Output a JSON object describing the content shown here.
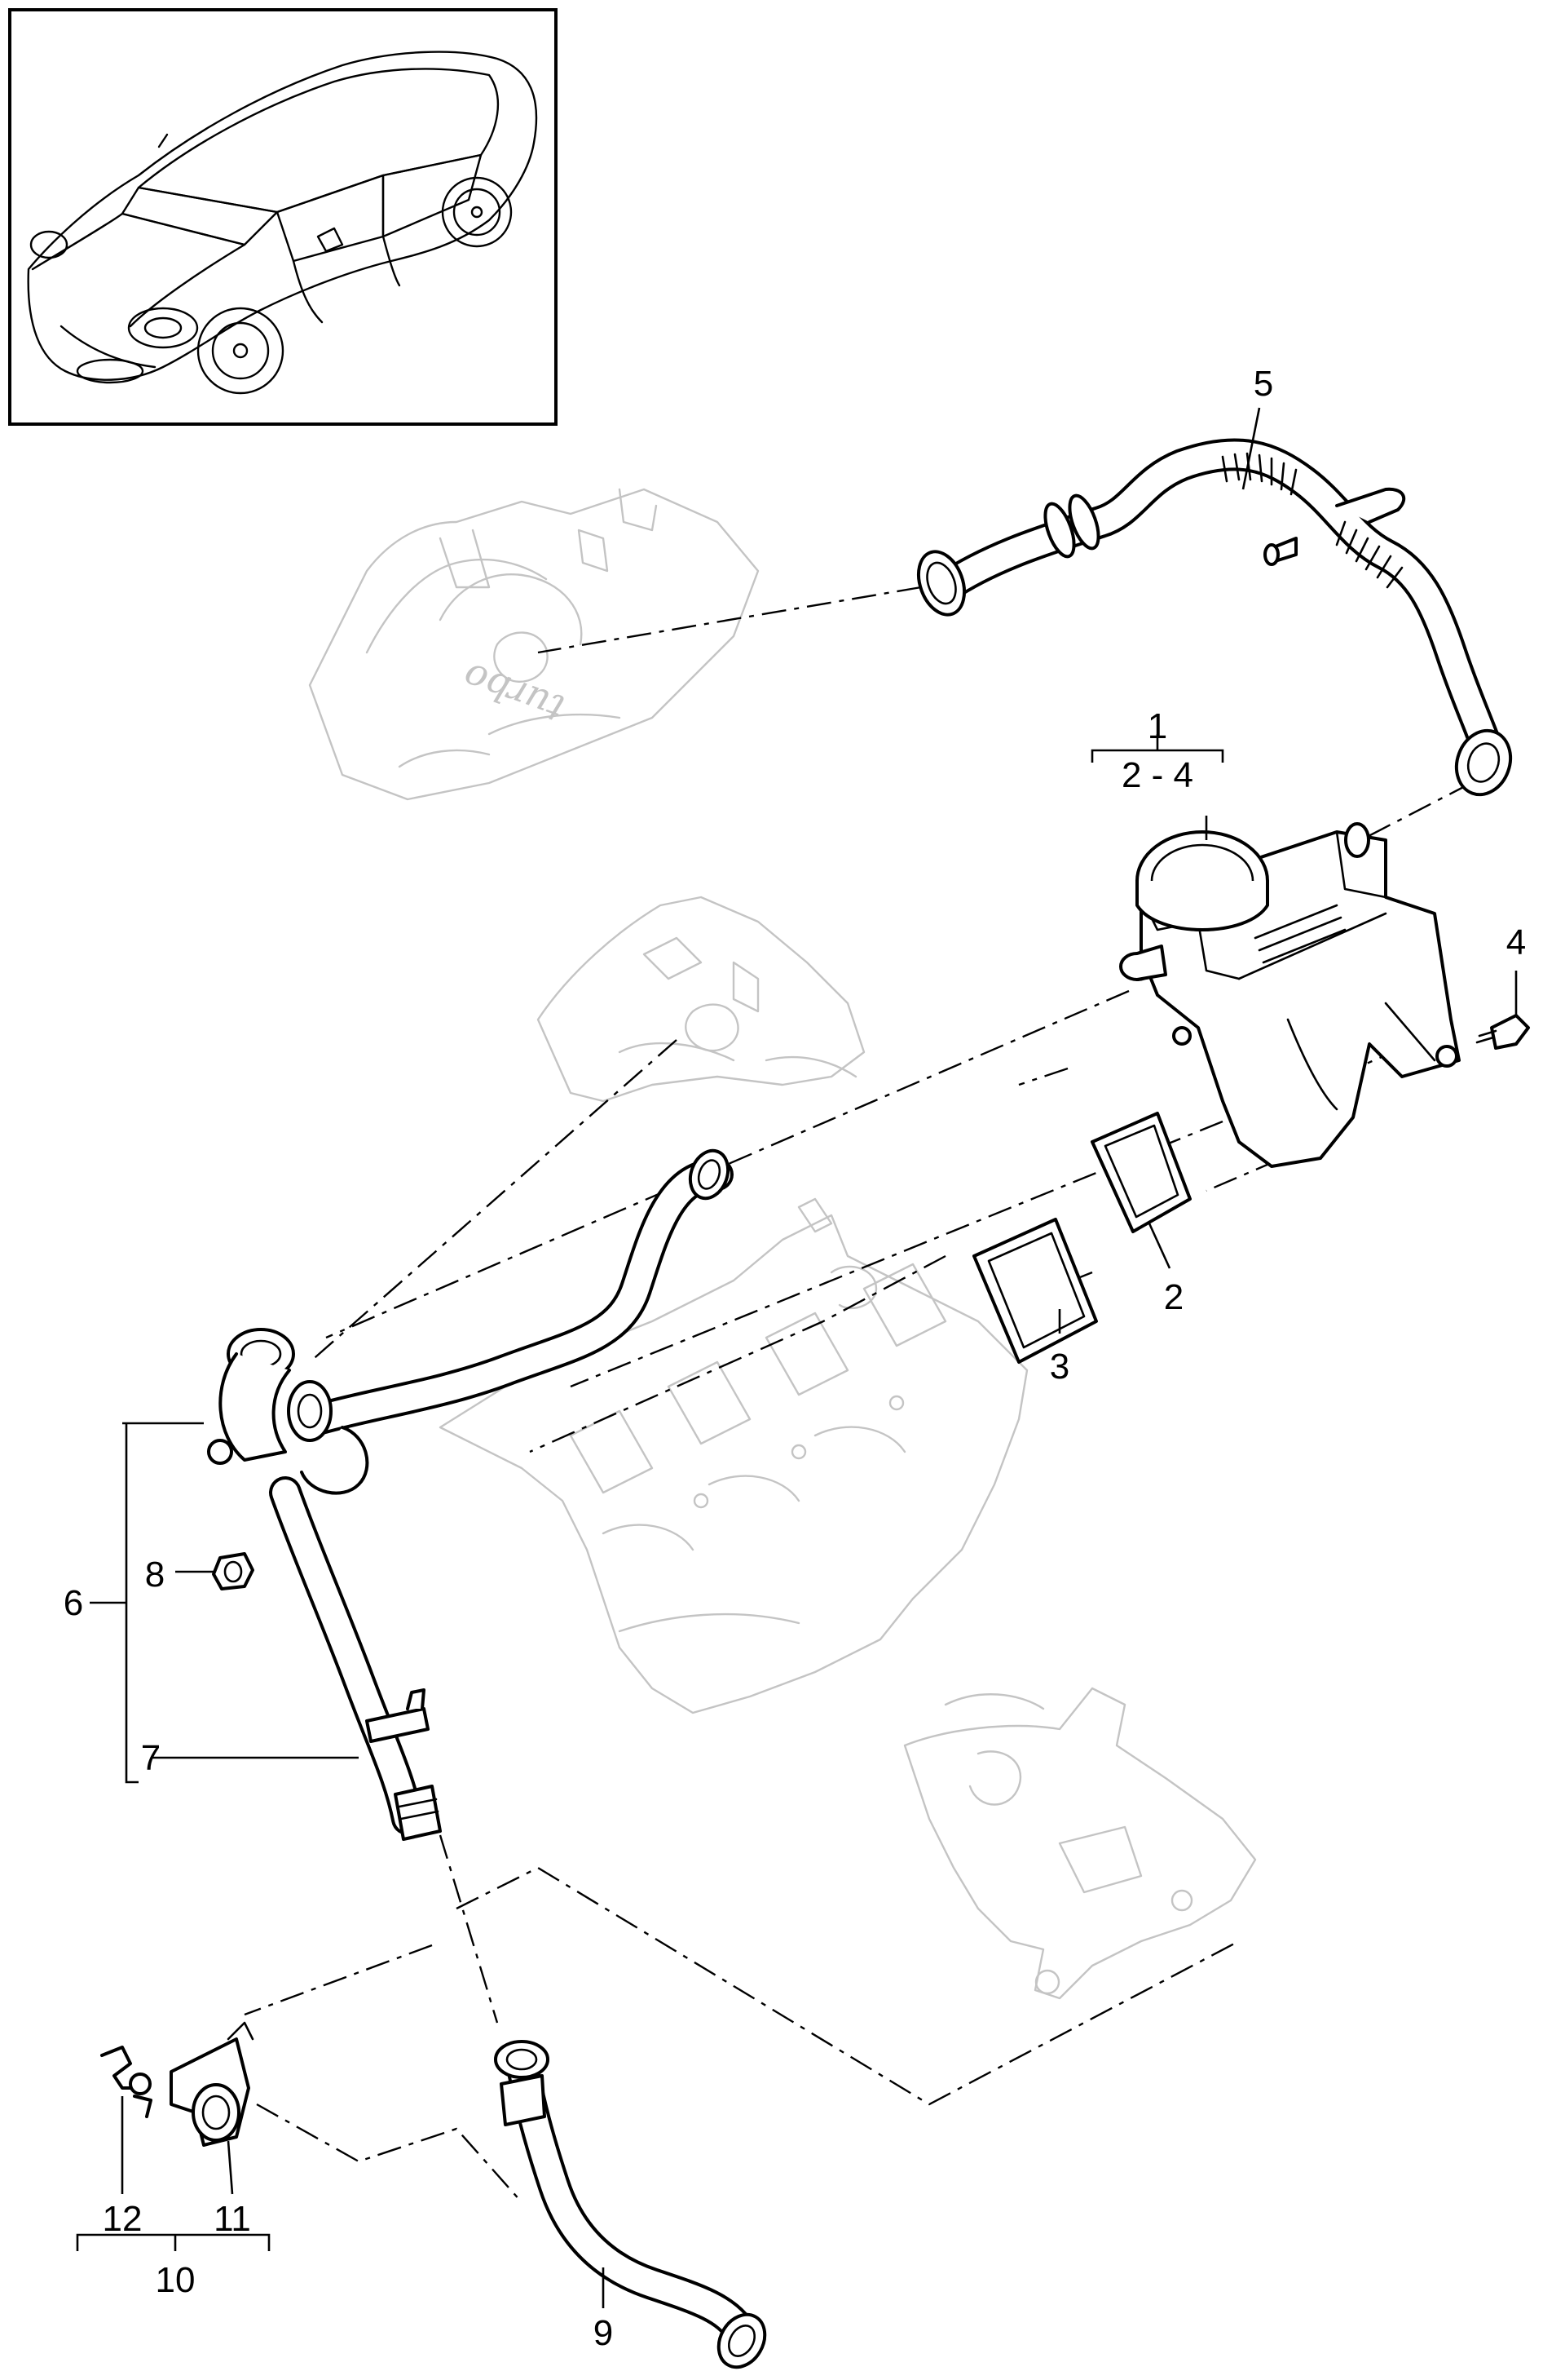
{
  "diagram": {
    "callouts": [
      {
        "id": "c1",
        "text": "1"
      },
      {
        "id": "c2-4",
        "text": "2 - 4"
      },
      {
        "id": "c2",
        "text": "2"
      },
      {
        "id": "c3",
        "text": "3"
      },
      {
        "id": "c4",
        "text": "4"
      },
      {
        "id": "c5",
        "text": "5"
      },
      {
        "id": "c6",
        "text": "6"
      },
      {
        "id": "c7",
        "text": "7"
      },
      {
        "id": "c8",
        "text": "8"
      },
      {
        "id": "c9",
        "text": "9"
      },
      {
        "id": "c10",
        "text": "10"
      },
      {
        "id": "c11",
        "text": "11"
      },
      {
        "id": "c12",
        "text": "12"
      }
    ],
    "engine_script": "turbo",
    "parts": [
      "vehicle-thumbnail",
      "oil-separator-assembly",
      "gasket-small",
      "gasket-large",
      "screw",
      "vent-hose-upper",
      "vent-line-assembly",
      "pipe",
      "nut",
      "vent-hose-lower",
      "bracket-assembly",
      "clamp",
      "clip"
    ]
  }
}
